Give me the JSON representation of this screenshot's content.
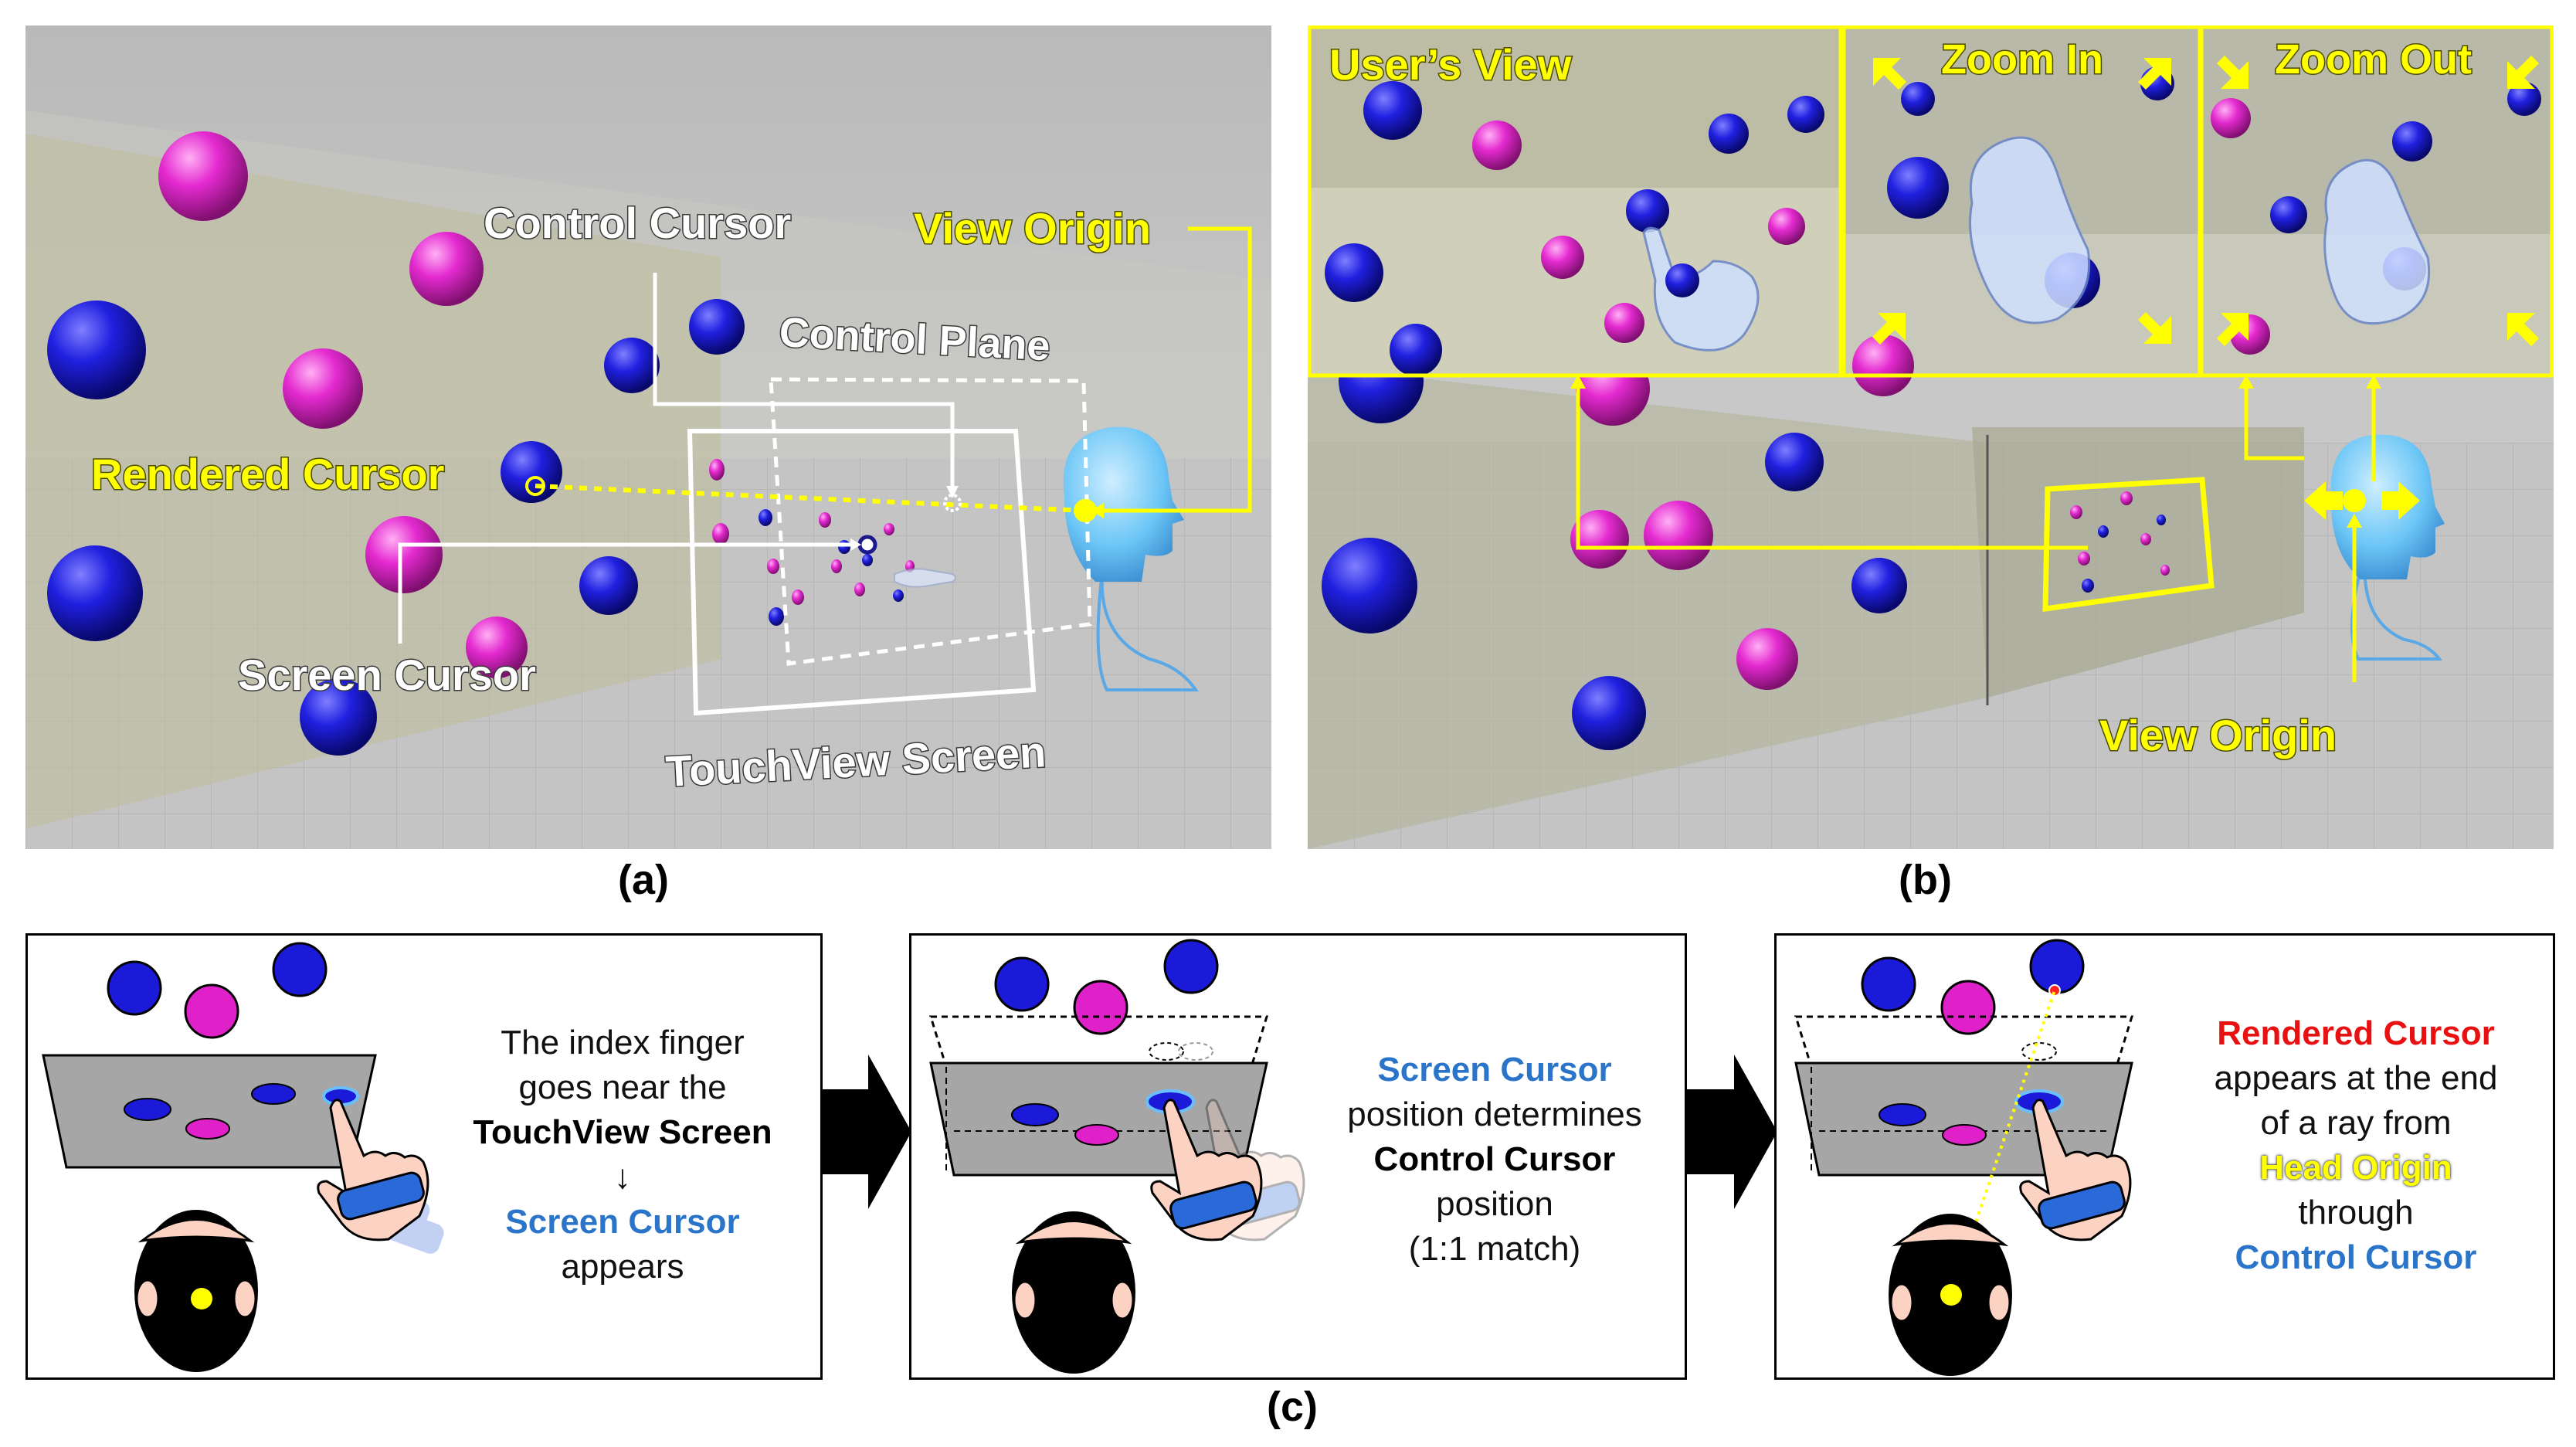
{
  "panel_a": {
    "labels": {
      "control_cursor": "Control Cursor",
      "view_origin": "View Origin",
      "control_plane": "Control Plane",
      "rendered_cursor": "Rendered Cursor",
      "screen_cursor": "Screen Cursor",
      "touchview_screen": "TouchView Screen"
    },
    "caption": "(a)"
  },
  "panel_b": {
    "labels": {
      "users_view": "User’s View",
      "zoom_in": "Zoom In",
      "zoom_out": "Zoom Out",
      "view_origin": "View Origin"
    },
    "caption": "(b)"
  },
  "panel_c": {
    "caption": "(c)",
    "step1": {
      "line1": "The index finger",
      "line2": "goes near the",
      "line3": "TouchView Screen",
      "arrow": "↓",
      "line4": "Screen Cursor",
      "line5": "appears"
    },
    "step2": {
      "line1": "Screen Cursor",
      "line2": "position determines",
      "line3": "Control Cursor",
      "line4": "position",
      "line5": "(1:1 match)"
    },
    "step3": {
      "line1": "Rendered Cursor",
      "line2": "appears at the end",
      "line3": "of a ray from",
      "line4": "Head Origin",
      "line5": "through",
      "line6": "Control Cursor"
    }
  },
  "colors": {
    "yellow": "#ffff00",
    "magenta": "#e020c8",
    "blue": "#1a1ad8",
    "text_blue": "#2a74c9",
    "text_red": "#e81010"
  }
}
